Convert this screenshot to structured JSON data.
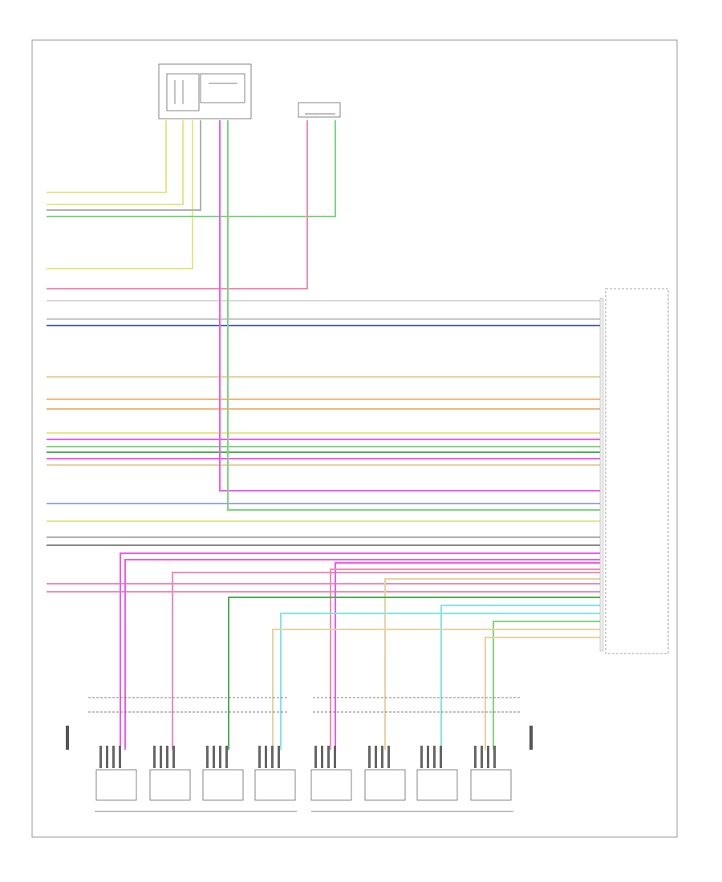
{
  "diagram_title": "",
  "footer_code": "",
  "colors": {
    "yellow": "#e6e68a",
    "tan": "#e8d2a0",
    "pink": "#f58ab4",
    "magenta": "#f25af2",
    "green": "#7ed67e",
    "dark_green": "#4caf50",
    "blue": "#4a5ce8",
    "light_blue": "#9aa6ee",
    "cyan": "#7ee6ee",
    "gray": "#b0b0b0",
    "black": "#555555",
    "orange": "#f2b87a"
  },
  "components": [
    {
      "id": "top-left-module",
      "label": ""
    },
    {
      "id": "top-center-sensor",
      "label": ""
    },
    {
      "id": "right-control-module",
      "label": ""
    },
    {
      "id": "left-module-group",
      "label": ""
    },
    {
      "id": "right-module-group",
      "label": ""
    }
  ],
  "wires_legend": []
}
